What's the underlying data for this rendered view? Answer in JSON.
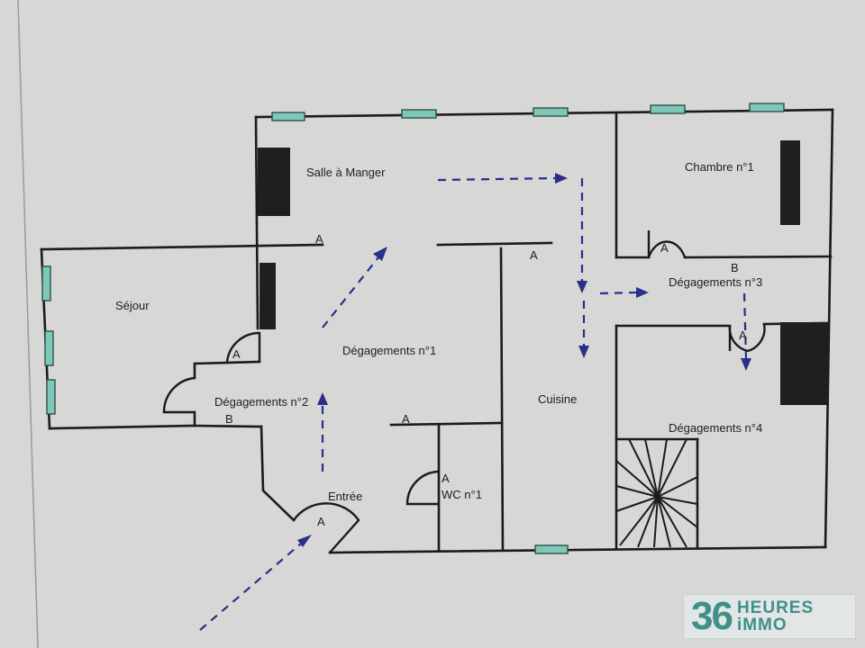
{
  "rooms": {
    "salle_a_manger": "Salle à Manger",
    "chambre_1": "Chambre n°1",
    "sejour": "Séjour",
    "degagements_1": "Dégagements n°1",
    "degagements_2": "Dégagements n°2",
    "degagements_3": "Dégagements n°3",
    "degagements_4": "Dégagements n°4",
    "cuisine": "Cuisine",
    "entree": "Entrée",
    "wc_1": "WC n°1"
  },
  "door_letters": {
    "a": "A",
    "b": "B"
  },
  "logo": {
    "number": "36",
    "word1": "HEURES",
    "word2": "iMMO"
  },
  "colors": {
    "background": "#d7d8d6",
    "wall": "#1b1b1b",
    "arrow": "#2a2f8a",
    "window": "#7fc8b8",
    "logo": "#3f8f8a"
  }
}
